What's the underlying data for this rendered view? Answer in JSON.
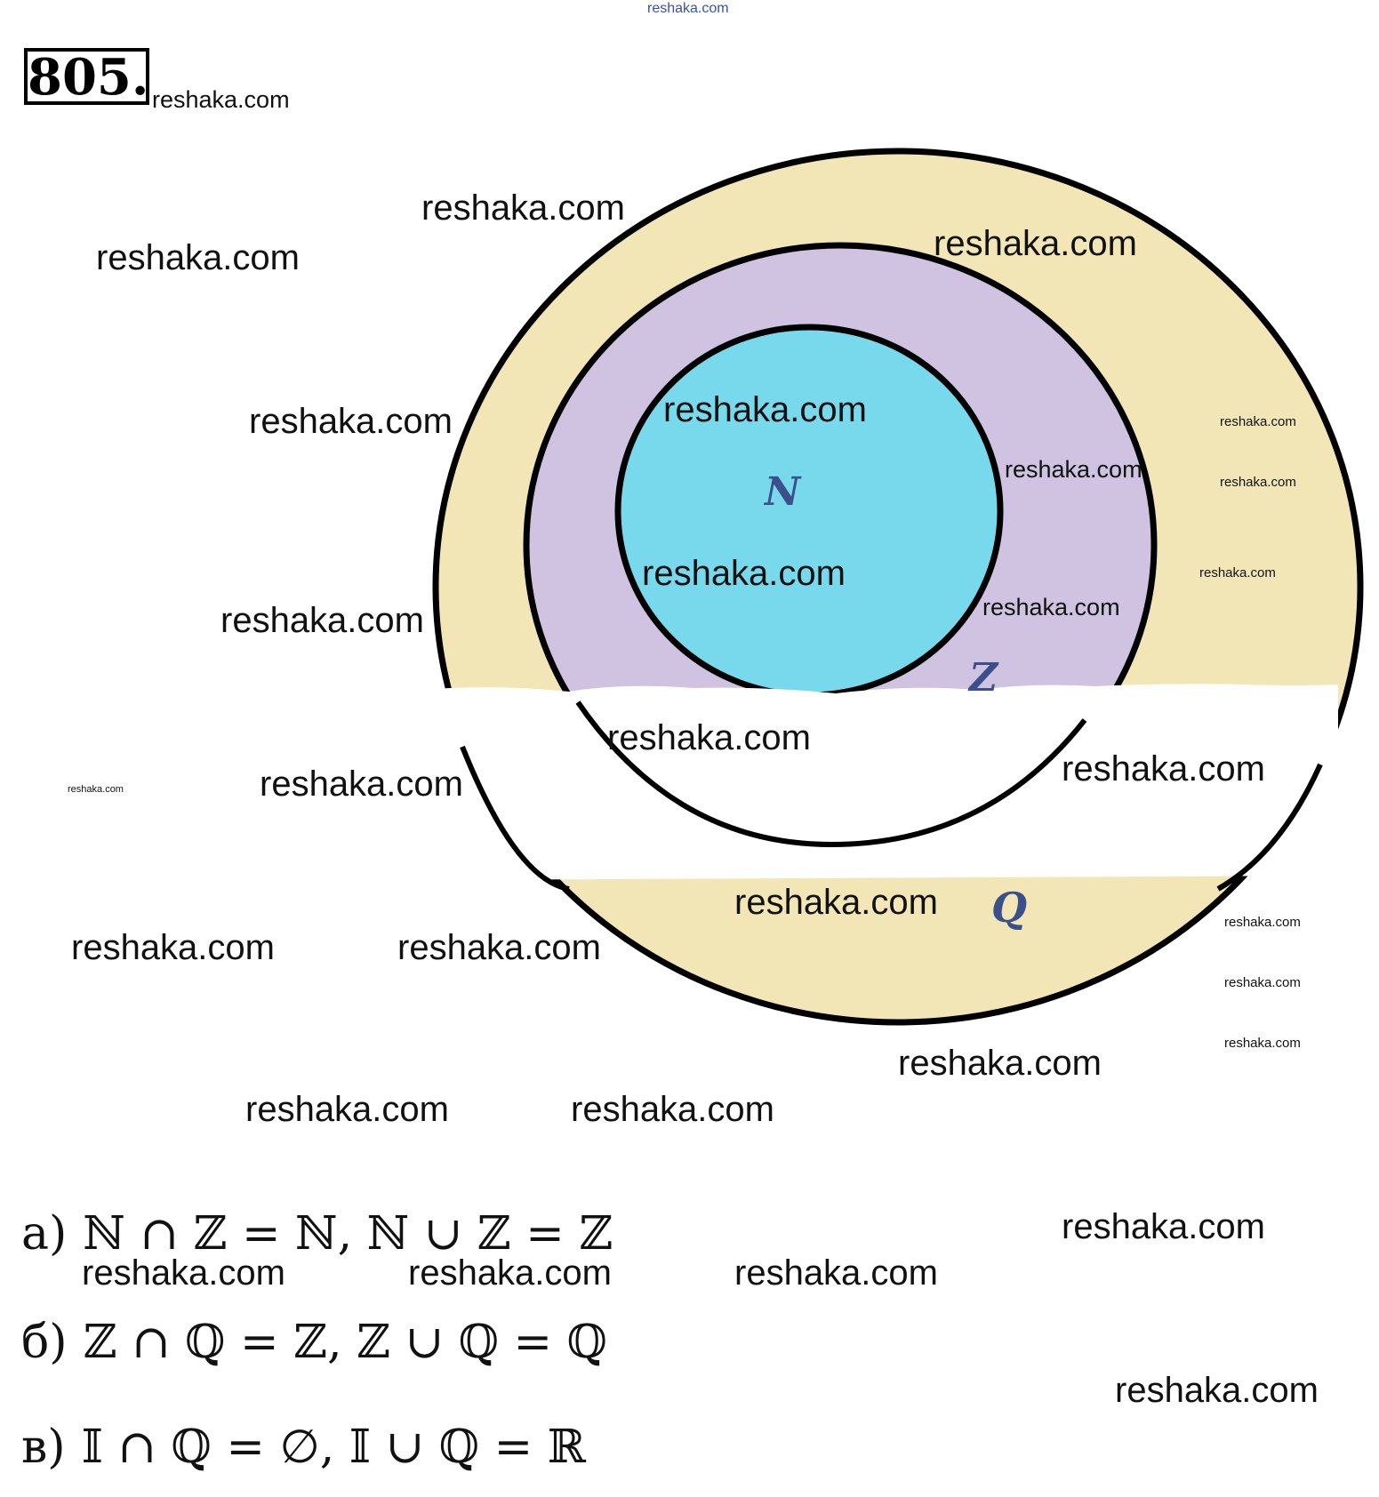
{
  "problem": {
    "number": "805."
  },
  "diagram": {
    "set_labels": {
      "naturals": "N",
      "integers": "Z",
      "rationals": "Q"
    },
    "colors": {
      "naturals_fill": "#78d9ec",
      "integers_fill": "#d0c3e1",
      "rationals_fill": "#f3e6b6",
      "outline": "#000000"
    }
  },
  "answers": [
    {
      "label": "а)",
      "expression": "ℕ ∩ ℤ = ℕ,  ℕ ∪ ℤ = ℤ"
    },
    {
      "label": "б)",
      "expression": "ℤ ∩ ℚ = ℤ,  ℤ ∪ ℚ = ℚ"
    },
    {
      "label": "в)",
      "expression": "𝕀 ∩ ℚ = ∅,  𝕀 ∪ ℚ = ℝ"
    }
  ],
  "watermark": {
    "text": "reshaka.com"
  }
}
